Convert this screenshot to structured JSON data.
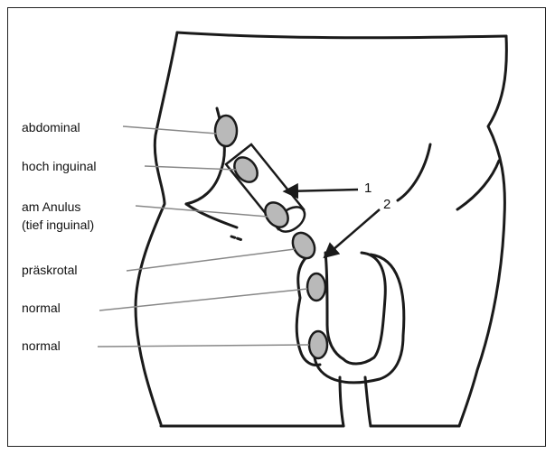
{
  "labels": {
    "abdominal": "abdominal",
    "hoch_inguinal": "hoch inguinal",
    "am_anulus_line1": "am Anulus",
    "am_anulus_line2": "(tief inguinal)",
    "praeskrotal": "präskrotal",
    "normal_1": "normal",
    "normal_2": "normal"
  },
  "markers": {
    "one": "1",
    "two": "2"
  },
  "colors": {
    "line": "#1a1a1a",
    "testis_fill": "#b9b9b9",
    "leader": "#888888"
  }
}
